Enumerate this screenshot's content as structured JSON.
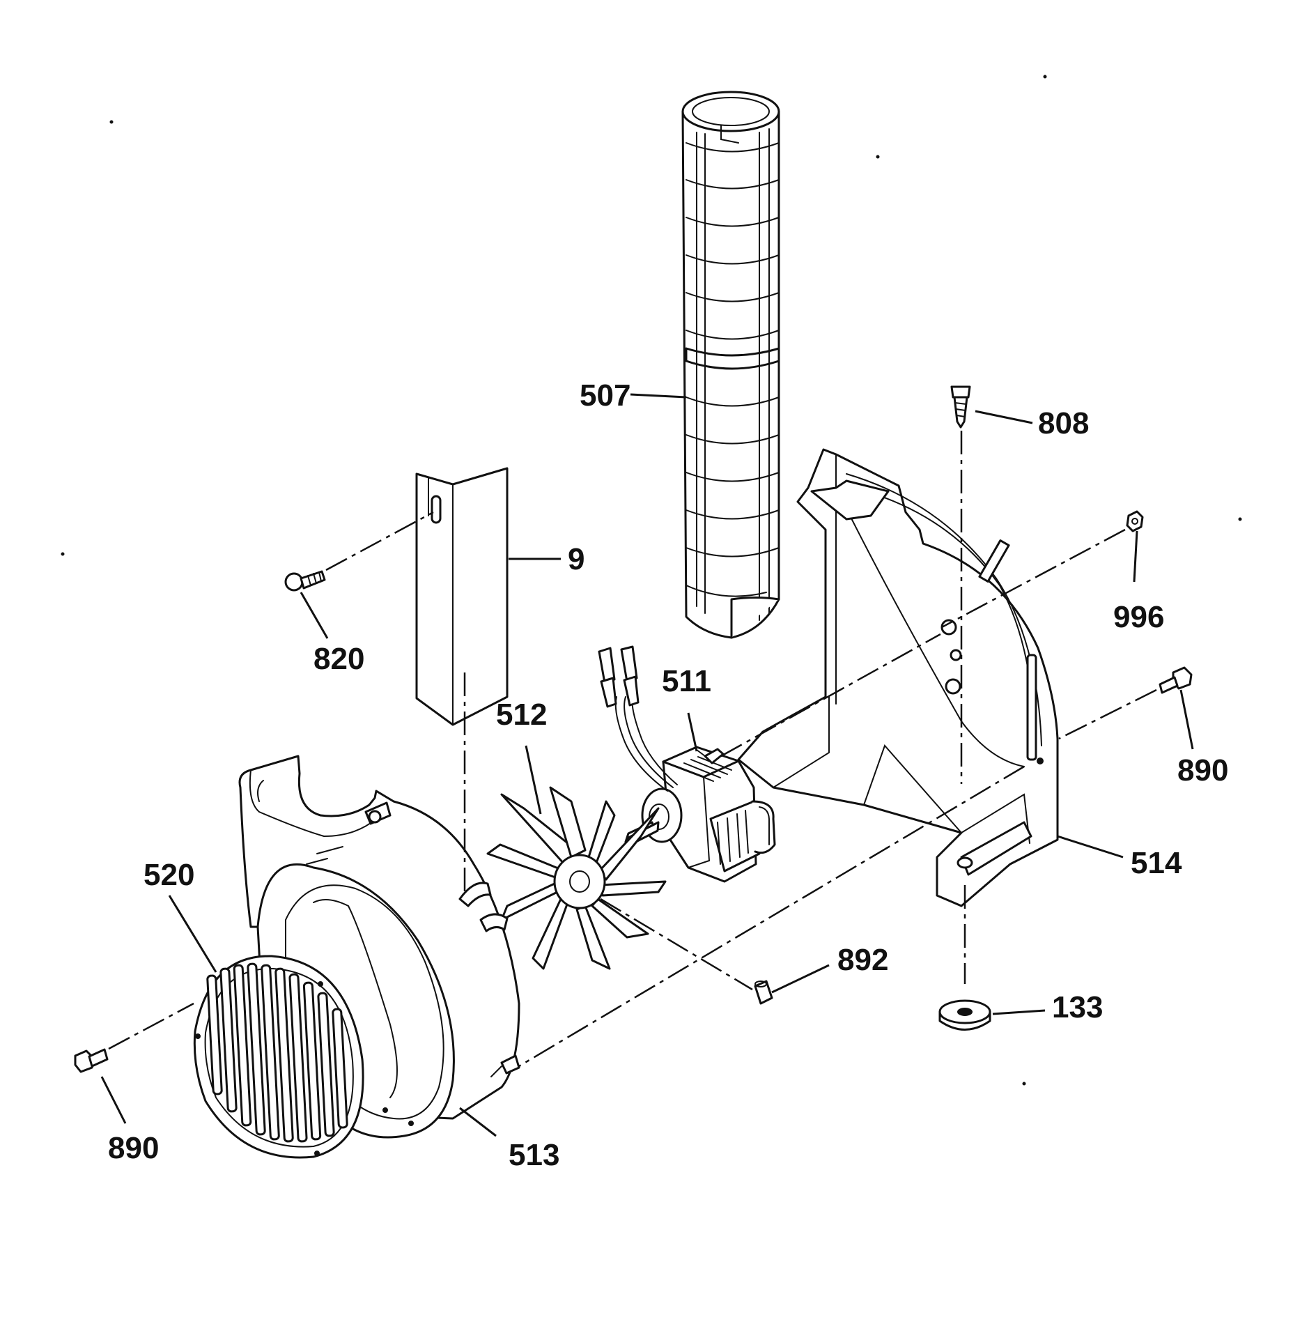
{
  "callouts": {
    "p507": "507",
    "p808": "808",
    "p9": "9",
    "p820": "820",
    "p996": "996",
    "p511": "511",
    "p512": "512",
    "p890_right": "890",
    "p514": "514",
    "p520": "520",
    "p892": "892",
    "p133": "133",
    "p890_left": "890",
    "p513": "513"
  },
  "colors": {
    "ink": "#111111",
    "paper": "#ffffff"
  }
}
